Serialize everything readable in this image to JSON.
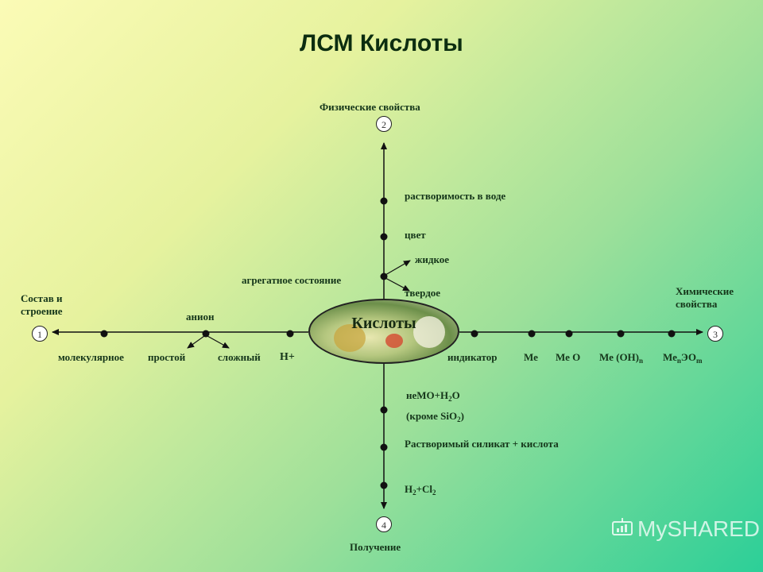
{
  "title": "ЛСМ Кислоты",
  "center": "Кислоты",
  "axes": {
    "top": {
      "number": "2",
      "label": "Физические свойства"
    },
    "left": {
      "number": "1",
      "label_line1": "Состав и",
      "label_line2": "строение"
    },
    "right": {
      "number": "3",
      "label_line1": "Химические",
      "label_line2": "свойства"
    },
    "bottom": {
      "number": "4",
      "label": "Получение"
    }
  },
  "top_items": {
    "solubility": "растворимость в воде",
    "color": "цвет",
    "aggregate_state": "агрегатное состояние",
    "liquid": "жидкое",
    "solid": "твердое"
  },
  "left_items": {
    "anion": "анион",
    "molecular": "молекулярное",
    "simple": "простой",
    "complex": "сложный",
    "h_plus": "Н+"
  },
  "right_items": {
    "indicator": "индикатор",
    "me": "Ме",
    "meo": "Ме О",
    "meoh_base": "Ме (ОН)",
    "meoh_sub": "n",
    "mesalt_a": "Ме",
    "mesalt_sub1": "n",
    "mesalt_b": "ЭО",
    "mesalt_sub2": "m"
  },
  "bottom_items": {
    "nemo_a": "неМО+Н",
    "nemo_sub": "2",
    "nemo_b": "О",
    "except_a": "(кроме SiO",
    "except_sub": "2",
    "except_b": ")",
    "silicate": "Растворимый силикат + кислота",
    "h2cl2_a": "Н",
    "h2cl2_sub1": "2",
    "h2cl2_b": "+Cl",
    "h2cl2_sub2": "2"
  },
  "watermark": "MySHARED"
}
